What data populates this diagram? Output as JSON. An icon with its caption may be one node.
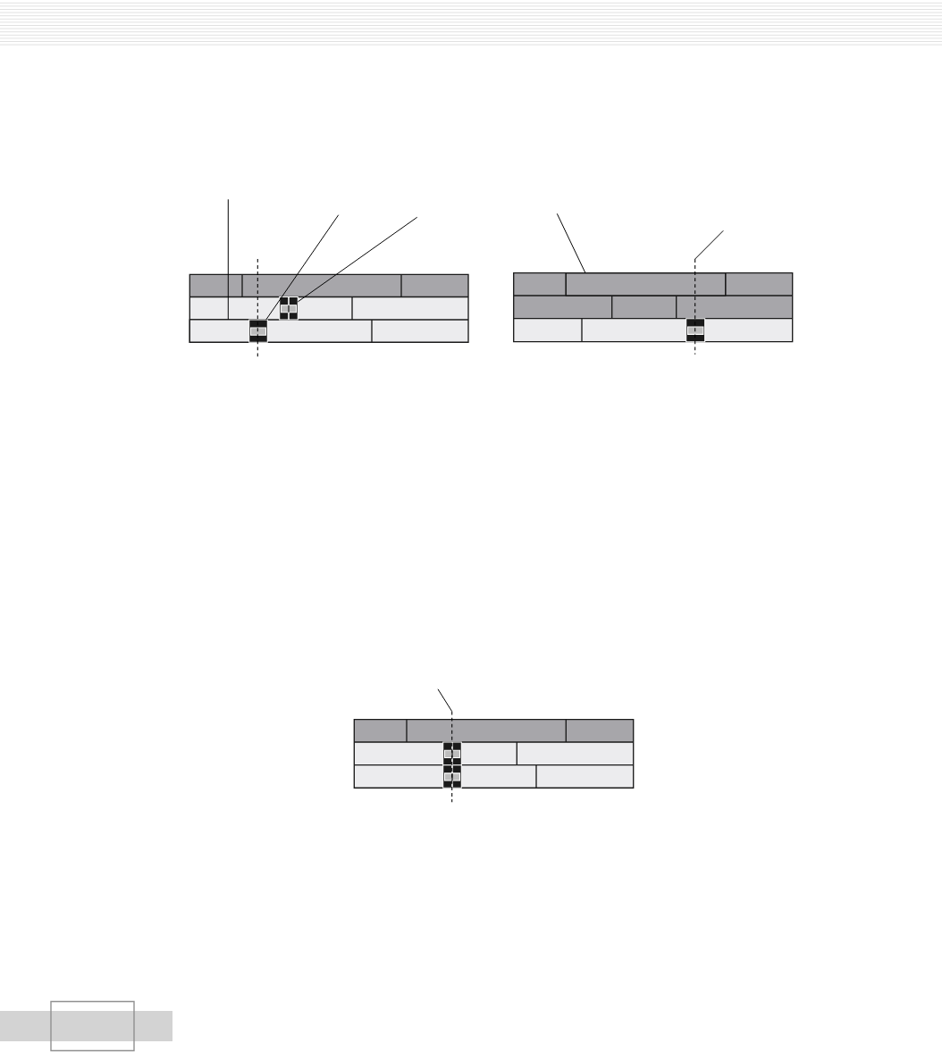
{
  "diagram": {
    "nodes": [
      {
        "text": [],
        "shape": "box"
      },
      {
        "text": [],
        "shape": "box"
      },
      {
        "text": [],
        "shape": "box"
      },
      {
        "text": [],
        "shape": "line"
      },
      {
        "text": [],
        "shape": "box"
      },
      {
        "text": [],
        "shape": "line"
      },
      {
        "text": [],
        "shape": "box"
      },
      {
        "text": [],
        "shape": "line"
      },
      {
        "text": [],
        "shape": "box"
      },
      {
        "text": [],
        "shape": "box"
      }
    ],
    "edges": [
      {
        "from": null,
        "to": 0,
        "arrow": "none"
      },
      {
        "from": null,
        "to": 2,
        "arrow": "none"
      },
      {
        "from": null,
        "to": 1,
        "arrow": "none"
      },
      {
        "from": null,
        "to": 4,
        "arrow": "none"
      },
      {
        "from": null,
        "to": 5,
        "arrow": "none"
      },
      {
        "from": null,
        "to": 7,
        "arrow": "none"
      }
    ]
  }
}
